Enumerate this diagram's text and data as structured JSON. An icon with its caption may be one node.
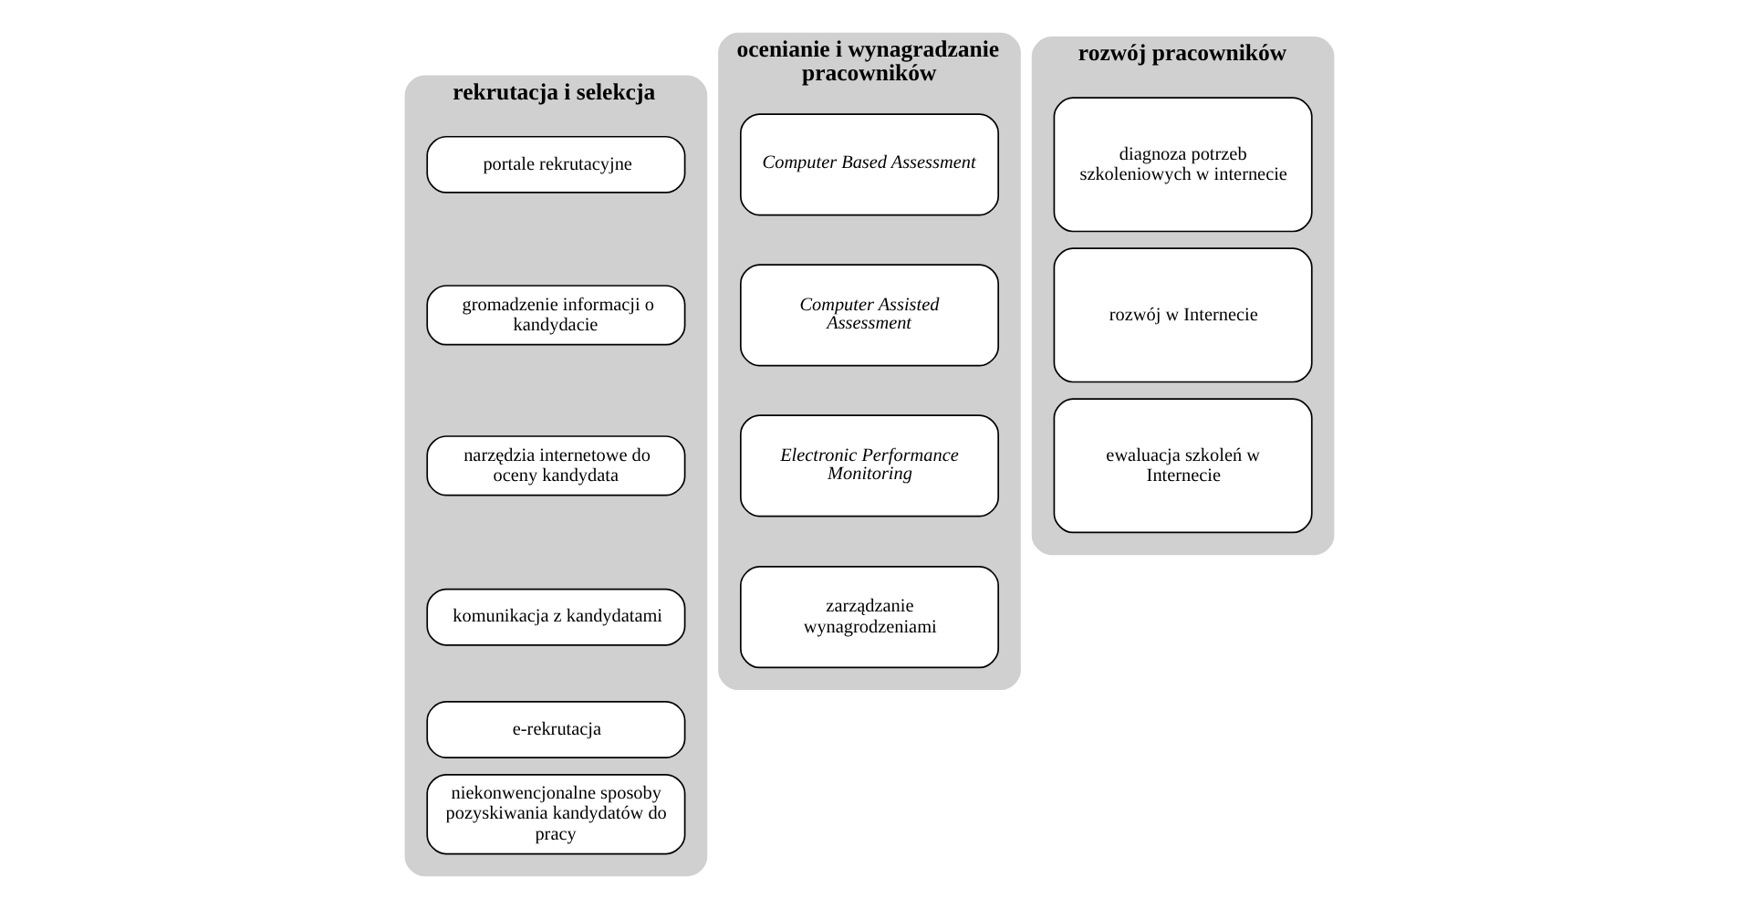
{
  "diagram": {
    "nodes": [
      {
        "text": [
          "rekrutacja i selekcja"
        ]
      },
      {
        "text": [
          "portale rekrutacyjne"
        ],
        "in": 0
      },
      {
        "text": [
          "gromadzenie informacji o kandydacie"
        ],
        "in": 0
      },
      {
        "text": [
          "narzędzia internetowe do oceny kandydata"
        ],
        "in": 0
      },
      {
        "text": [
          "komunikacja z kandydatami"
        ],
        "in": 0
      },
      {
        "text": [
          "e-rekrutacja"
        ],
        "in": 0
      },
      {
        "text": [
          "niekonwencjonalne sposoby pozyskiwania kandydatów do pracy"
        ],
        "in": 0
      },
      {
        "text": [
          "ocenianie i wynagradzanie pracowników"
        ]
      },
      {
        "text": [
          "Computer Based Assessment"
        ],
        "in": 7
      },
      {
        "text": [
          "Computer Assisted Assessment"
        ],
        "in": 7
      },
      {
        "text": [
          "Electronic Performance Monitoring"
        ],
        "in": 7
      },
      {
        "text": [
          "zarządzanie wynagrodzeniami"
        ],
        "in": 7
      },
      {
        "text": [
          "rozwój pracowników"
        ]
      },
      {
        "text": [
          "diagnoza potrzeb szkoleniowych w internecie"
        ],
        "in": 12
      },
      {
        "text": [
          "rozwój w Internecie"
        ],
        "in": 12
      },
      {
        "text": [
          "ewaluacja szkoleń w Internecie"
        ],
        "in": 12
      }
    ],
    "edges": []
  }
}
